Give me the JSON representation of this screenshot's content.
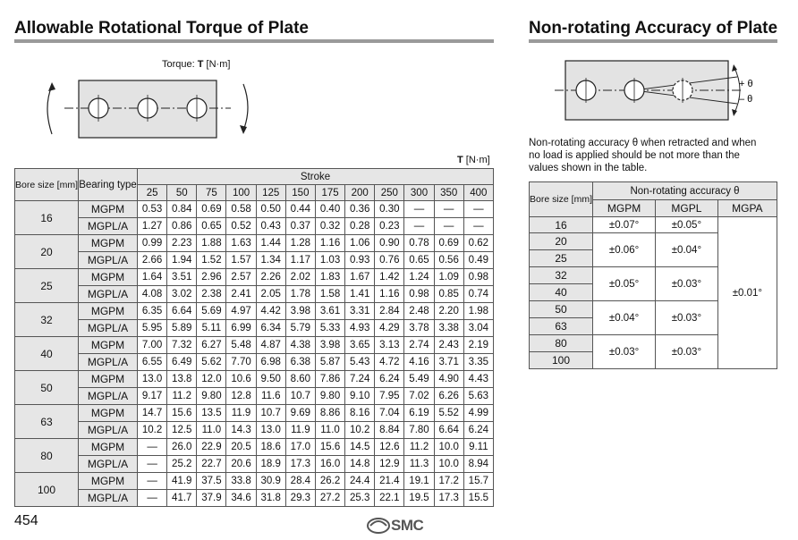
{
  "left": {
    "title": "Allowable Rotational Torque of Plate",
    "torque_label": "Torque: ",
    "torque_symbol": "T",
    "torque_unit": " [N·m]",
    "unit_symbol": "T",
    "unit_text": " [N·m]",
    "table": {
      "bore_header": "Bore size [mm]",
      "bearing_header": "Bearing type",
      "stroke_header": "Stroke",
      "strokes": [
        "25",
        "50",
        "75",
        "100",
        "125",
        "150",
        "175",
        "200",
        "250",
        "300",
        "350",
        "400"
      ],
      "groups": [
        {
          "bore": "16",
          "rows": [
            {
              "type": "MGPM",
              "values": [
                "0.53",
                "0.84",
                "0.69",
                "0.58",
                "0.50",
                "0.44",
                "0.40",
                "0.36",
                "0.30",
                "—",
                "—",
                "—"
              ]
            },
            {
              "type": "MGPL/A",
              "values": [
                "1.27",
                "0.86",
                "0.65",
                "0.52",
                "0.43",
                "0.37",
                "0.32",
                "0.28",
                "0.23",
                "—",
                "—",
                "—"
              ]
            }
          ]
        },
        {
          "bore": "20",
          "rows": [
            {
              "type": "MGPM",
              "values": [
                "0.99",
                "2.23",
                "1.88",
                "1.63",
                "1.44",
                "1.28",
                "1.16",
                "1.06",
                "0.90",
                "0.78",
                "0.69",
                "0.62"
              ]
            },
            {
              "type": "MGPL/A",
              "values": [
                "2.66",
                "1.94",
                "1.52",
                "1.57",
                "1.34",
                "1.17",
                "1.03",
                "0.93",
                "0.76",
                "0.65",
                "0.56",
                "0.49"
              ]
            }
          ]
        },
        {
          "bore": "25",
          "rows": [
            {
              "type": "MGPM",
              "values": [
                "1.64",
                "3.51",
                "2.96",
                "2.57",
                "2.26",
                "2.02",
                "1.83",
                "1.67",
                "1.42",
                "1.24",
                "1.09",
                "0.98"
              ]
            },
            {
              "type": "MGPL/A",
              "values": [
                "4.08",
                "3.02",
                "2.38",
                "2.41",
                "2.05",
                "1.78",
                "1.58",
                "1.41",
                "1.16",
                "0.98",
                "0.85",
                "0.74"
              ]
            }
          ]
        },
        {
          "bore": "32",
          "rows": [
            {
              "type": "MGPM",
              "values": [
                "6.35",
                "6.64",
                "5.69",
                "4.97",
                "4.42",
                "3.98",
                "3.61",
                "3.31",
                "2.84",
                "2.48",
                "2.20",
                "1.98"
              ]
            },
            {
              "type": "MGPL/A",
              "values": [
                "5.95",
                "5.89",
                "5.11",
                "6.99",
                "6.34",
                "5.79",
                "5.33",
                "4.93",
                "4.29",
                "3.78",
                "3.38",
                "3.04"
              ]
            }
          ]
        },
        {
          "bore": "40",
          "rows": [
            {
              "type": "MGPM",
              "values": [
                "7.00",
                "7.32",
                "6.27",
                "5.48",
                "4.87",
                "4.38",
                "3.98",
                "3.65",
                "3.13",
                "2.74",
                "2.43",
                "2.19"
              ]
            },
            {
              "type": "MGPL/A",
              "values": [
                "6.55",
                "6.49",
                "5.62",
                "7.70",
                "6.98",
                "6.38",
                "5.87",
                "5.43",
                "4.72",
                "4.16",
                "3.71",
                "3.35"
              ]
            }
          ]
        },
        {
          "bore": "50",
          "rows": [
            {
              "type": "MGPM",
              "values": [
                "13.0",
                "13.8",
                "12.0",
                "10.6",
                "9.50",
                "8.60",
                "7.86",
                "7.24",
                "6.24",
                "5.49",
                "4.90",
                "4.43"
              ]
            },
            {
              "type": "MGPL/A",
              "values": [
                "9.17",
                "11.2",
                "9.80",
                "12.8",
                "11.6",
                "10.7",
                "9.80",
                "9.10",
                "7.95",
                "7.02",
                "6.26",
                "5.63"
              ]
            }
          ]
        },
        {
          "bore": "63",
          "rows": [
            {
              "type": "MGPM",
              "values": [
                "14.7",
                "15.6",
                "13.5",
                "11.9",
                "10.7",
                "9.69",
                "8.86",
                "8.16",
                "7.04",
                "6.19",
                "5.52",
                "4.99"
              ]
            },
            {
              "type": "MGPL/A",
              "values": [
                "10.2",
                "12.5",
                "11.0",
                "14.3",
                "13.0",
                "11.9",
                "11.0",
                "10.2",
                "8.84",
                "7.80",
                "6.64",
                "6.24"
              ]
            }
          ]
        },
        {
          "bore": "80",
          "rows": [
            {
              "type": "MGPM",
              "values": [
                "—",
                "26.0",
                "22.9",
                "20.5",
                "18.6",
                "17.0",
                "15.6",
                "14.5",
                "12.6",
                "11.2",
                "10.0",
                "9.11"
              ]
            },
            {
              "type": "MGPL/A",
              "values": [
                "—",
                "25.2",
                "22.7",
                "20.6",
                "18.9",
                "17.3",
                "16.0",
                "14.8",
                "12.9",
                "11.3",
                "10.0",
                "8.94"
              ]
            }
          ]
        },
        {
          "bore": "100",
          "rows": [
            {
              "type": "MGPM",
              "values": [
                "—",
                "41.9",
                "37.5",
                "33.8",
                "30.9",
                "28.4",
                "26.2",
                "24.4",
                "21.4",
                "19.1",
                "17.2",
                "15.7"
              ]
            },
            {
              "type": "MGPL/A",
              "values": [
                "—",
                "41.7",
                "37.9",
                "34.6",
                "31.8",
                "29.3",
                "27.2",
                "25.3",
                "22.1",
                "19.5",
                "17.3",
                "15.5"
              ]
            }
          ]
        }
      ]
    }
  },
  "right": {
    "title": "Non-rotating Accuracy of Plate",
    "plus_theta": "+ θ",
    "minus_theta": "– θ",
    "note_lines": [
      "Non-rotating accuracy θ when retracted and when",
      "no load is applied should be not more than the",
      "values shown in the table."
    ],
    "table": {
      "bore_header": "Bore size [mm]",
      "accuracy_header": "Non-rotating accuracy θ",
      "cols": [
        "MGPM",
        "MGPL",
        "MGPA"
      ],
      "bores": [
        "16",
        "20",
        "25",
        "32",
        "40",
        "50",
        "63",
        "80",
        "100"
      ],
      "mgpm": [
        "±0.07°",
        "±0.06°",
        "±0.05°",
        "±0.04°",
        "±0.03°"
      ],
      "mgpl": [
        "±0.05°",
        "±0.04°",
        "±0.03°",
        "±0.03°",
        "±0.03°"
      ],
      "mgpa": "±0.01°"
    }
  },
  "footer": {
    "page_number": "454",
    "logo": "SMC"
  }
}
